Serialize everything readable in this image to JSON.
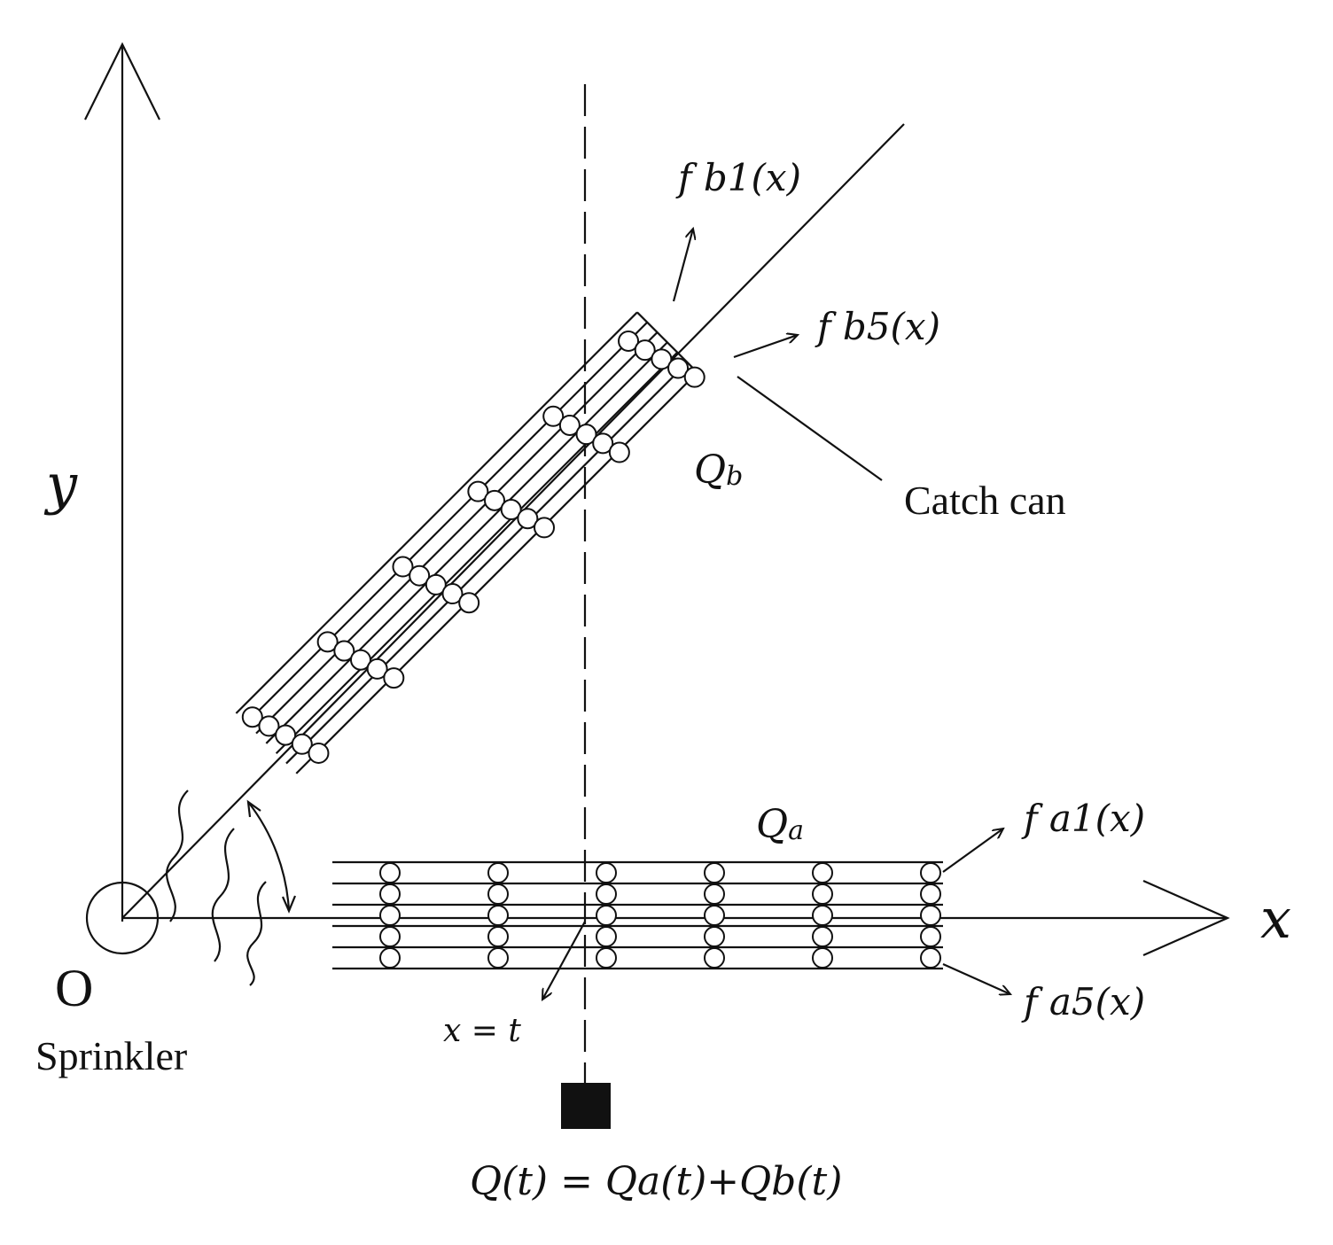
{
  "labels": {
    "y_axis": "y",
    "x_axis": "x",
    "origin": "O",
    "sprinkler": "Sprinkler",
    "catch_can": "Catch can",
    "qa": "Q",
    "qa_sub": "a",
    "qb": "Q",
    "qb_sub": "b",
    "fb1": "f b1(x)",
    "fb5": "f b5(x)",
    "fa1": "f a1(x)",
    "fa5": "f a5(x)",
    "x_eq_t": "x = t",
    "formula": "Q(t) = Qa(t)+Qb(t)"
  }
}
